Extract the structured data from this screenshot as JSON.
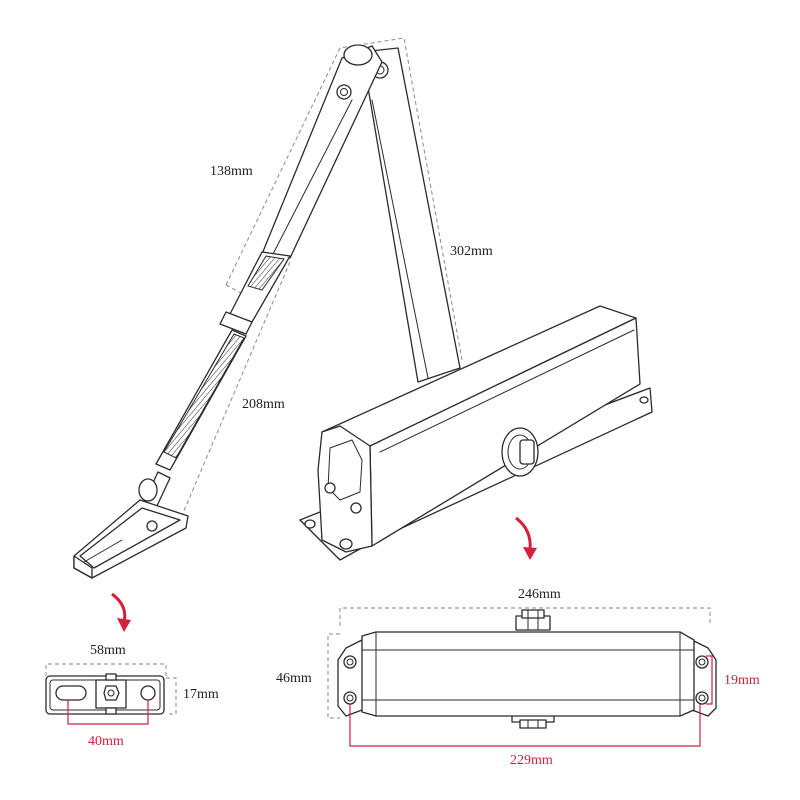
{
  "colors": {
    "line": "#2b2b2b",
    "dimension": "#d4203c",
    "guide": "#8a8a8a",
    "background": "#ffffff"
  },
  "dimensions": {
    "arm_upper": "138mm",
    "arm_main": "302mm",
    "arm_rod": "208mm",
    "body_length": "246mm",
    "body_height": "46mm",
    "hole_spacing_long": "229mm",
    "hole_spacing_short": "19mm",
    "bracket_length": "58mm",
    "bracket_height": "17mm",
    "bracket_hole_spacing": "40mm"
  },
  "icons": [
    "arrow-down-icon",
    "arrow-down-icon"
  ]
}
